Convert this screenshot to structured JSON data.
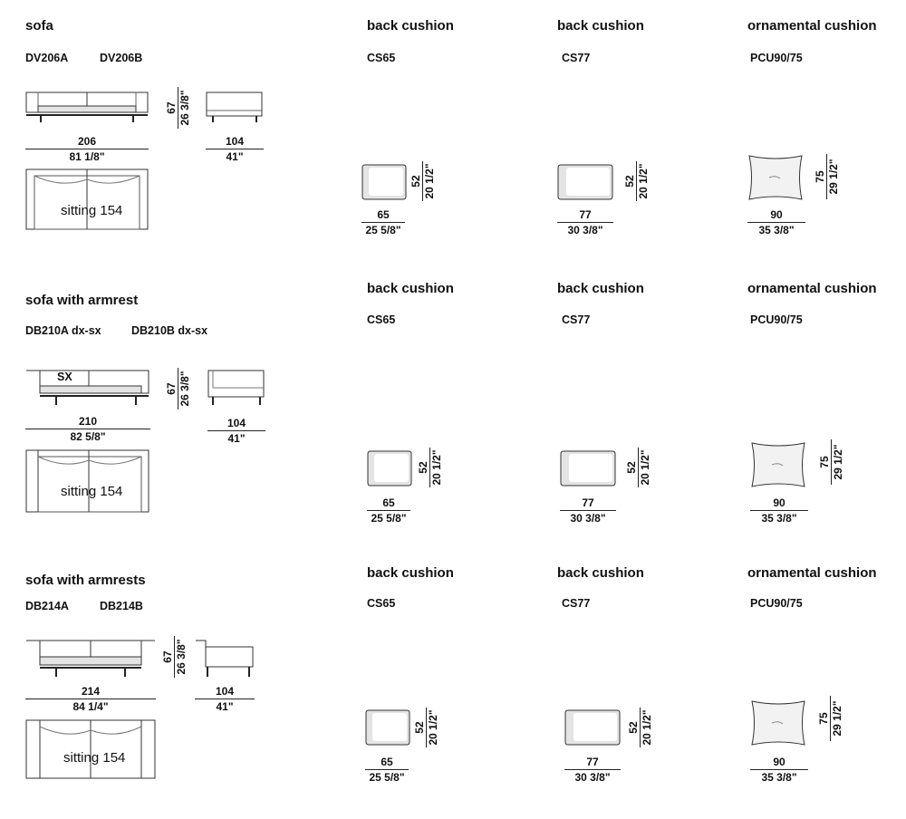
{
  "sections": [
    {
      "title": "sofa",
      "codes": [
        "DV206A",
        "DV206B"
      ],
      "height": {
        "cm": "67",
        "in": "26 3/8\""
      },
      "width": {
        "cm": "206",
        "in": "81 1/8\""
      },
      "depth": {
        "cm": "104",
        "in": "41\""
      },
      "sitting": "sitting 154",
      "badge": "",
      "cushions": [
        {
          "title": "back cushion",
          "code": "CS65",
          "w_cm": "65",
          "w_in": "25 5/8\"",
          "h_cm": "52",
          "h_in": "20 1/2\""
        },
        {
          "title": "back cushion",
          "code": "CS77",
          "w_cm": "77",
          "w_in": "30 3/8\"",
          "h_cm": "52",
          "h_in": "20 1/2\""
        },
        {
          "title": "ornamental cushion",
          "code": "PCU90/75",
          "w_cm": "90",
          "w_in": "35 3/8\"",
          "h_cm": "75",
          "h_in": "29 1/2\""
        }
      ]
    },
    {
      "title": "sofa with armrest",
      "codes": [
        "DB210A dx-sx",
        "DB210B dx-sx"
      ],
      "height": {
        "cm": "67",
        "in": "26 3/8\""
      },
      "width": {
        "cm": "210",
        "in": "82 5/8\""
      },
      "depth": {
        "cm": "104",
        "in": "41\""
      },
      "sitting": "sitting 154",
      "badge": "SX",
      "cushions": [
        {
          "title": "back cushion",
          "code": "CS65",
          "w_cm": "65",
          "w_in": "25 5/8\"",
          "h_cm": "52",
          "h_in": "20 1/2\""
        },
        {
          "title": "back cushion",
          "code": "CS77",
          "w_cm": "77",
          "w_in": "30 3/8\"",
          "h_cm": "52",
          "h_in": "20 1/2\""
        },
        {
          "title": "ornamental cushion",
          "code": "PCU90/75",
          "w_cm": "90",
          "w_in": "35 3/8\"",
          "h_cm": "75",
          "h_in": "29 1/2\""
        }
      ]
    },
    {
      "title": "sofa with armrests",
      "codes": [
        "DB214A",
        "DB214B"
      ],
      "height": {
        "cm": "67",
        "in": "26 3/8\""
      },
      "width": {
        "cm": "214",
        "in": "84 1/4\""
      },
      "depth": {
        "cm": "104",
        "in": "41\""
      },
      "sitting": "sitting 154",
      "badge": "",
      "cushions": [
        {
          "title": "back cushion",
          "code": "CS65",
          "w_cm": "65",
          "w_in": "25 5/8\"",
          "h_cm": "52",
          "h_in": "20 1/2\""
        },
        {
          "title": "back cushion",
          "code": "CS77",
          "w_cm": "77",
          "w_in": "30 3/8\"",
          "h_cm": "52",
          "h_in": "20 1/2\""
        },
        {
          "title": "ornamental cushion",
          "code": "PCU90/75",
          "w_cm": "90",
          "w_in": "35 3/8\"",
          "h_cm": "75",
          "h_in": "29 1/2\""
        }
      ]
    }
  ]
}
